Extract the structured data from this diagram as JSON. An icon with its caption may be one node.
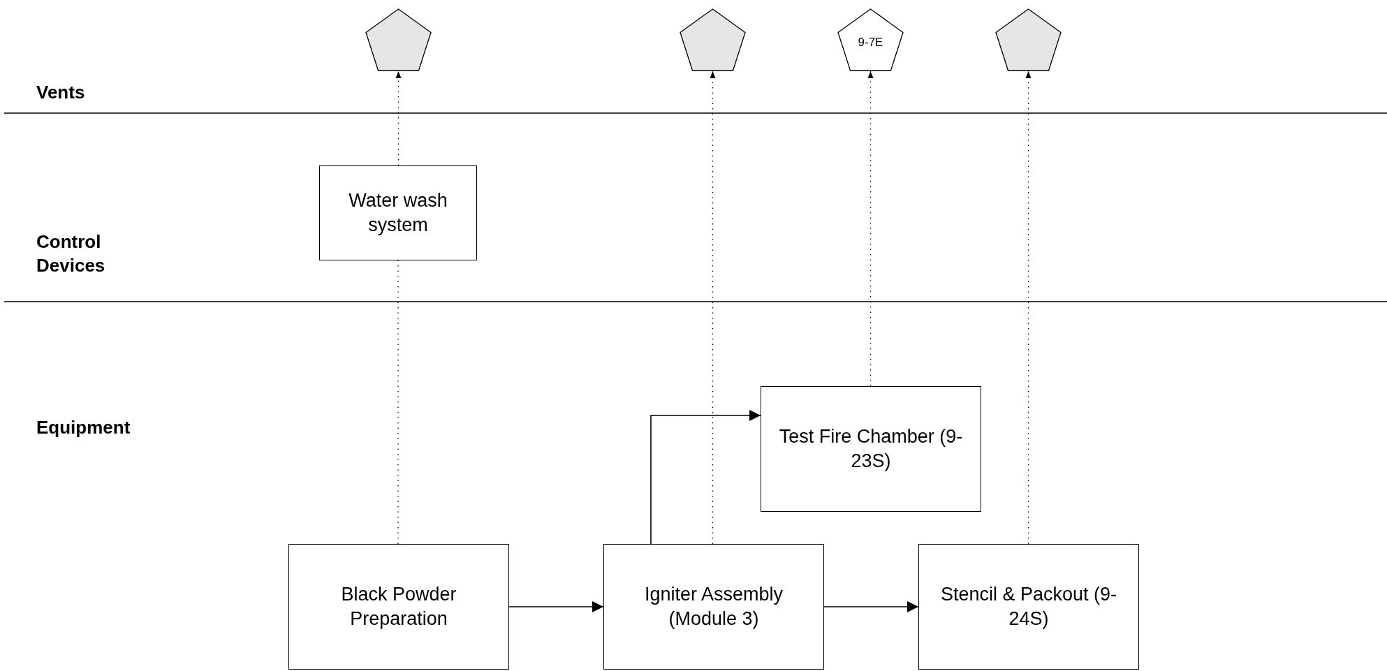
{
  "diagram": {
    "nodes": [
      {
        "text": [],
        "shape": "pentagon"
      },
      {
        "text": [],
        "shape": "pentagon"
      },
      {
        "text": [
          "9-7E"
        ]
      },
      {
        "text": [],
        "shape": "pentagon"
      },
      {
        "text": [
          "Water wash system"
        ]
      },
      {
        "text": [
          "Test Fire Chamber (9-23S)"
        ]
      },
      {
        "text": [
          "Black Powder Preparation"
        ]
      },
      {
        "text": [
          "Igniter Assembly (Module 3)"
        ]
      },
      {
        "text": [
          "Stencil & Packout (9-24S)"
        ]
      }
    ],
    "edges": [
      {
        "from": 6,
        "to": 4,
        "arrow": "none",
        "style": "dashed"
      },
      {
        "from": 4,
        "to": 0,
        "arrow": "to",
        "style": "dashed"
      },
      {
        "from": 7,
        "to": 1,
        "arrow": "to",
        "style": "dashed"
      },
      {
        "from": 5,
        "to": 2,
        "arrow": "to",
        "style": "dashed"
      },
      {
        "from": 8,
        "to": 3,
        "arrow": "to",
        "style": "dashed"
      },
      {
        "from": 6,
        "to": 7,
        "arrow": "to"
      },
      {
        "from": 7,
        "to": 8,
        "arrow": "to"
      },
      {
        "from": 7,
        "to": 5,
        "arrow": "to"
      }
    ],
    "labels": [
      "Vents",
      "Control Devices",
      "Equipment"
    ]
  }
}
